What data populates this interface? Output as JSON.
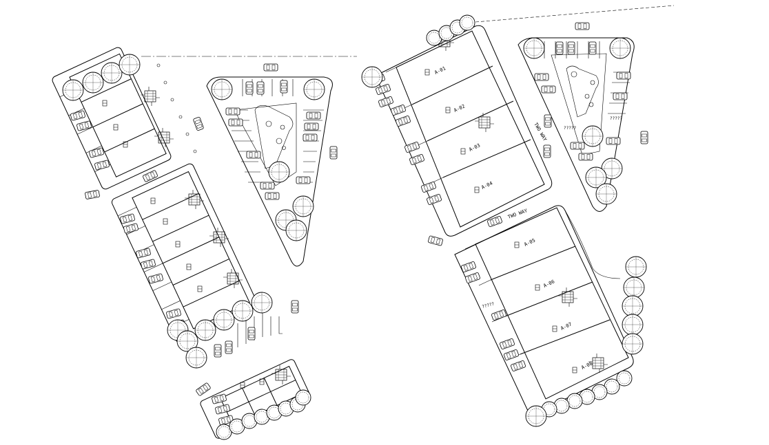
{
  "plan": {
    "unit_labels": [
      "A-01",
      "A-02",
      "A-03",
      "A-04",
      "A-05",
      "A-06",
      "A-07",
      "A-08"
    ],
    "road_labels": [
      "TWO WAY",
      "TWO WAY"
    ]
  }
}
